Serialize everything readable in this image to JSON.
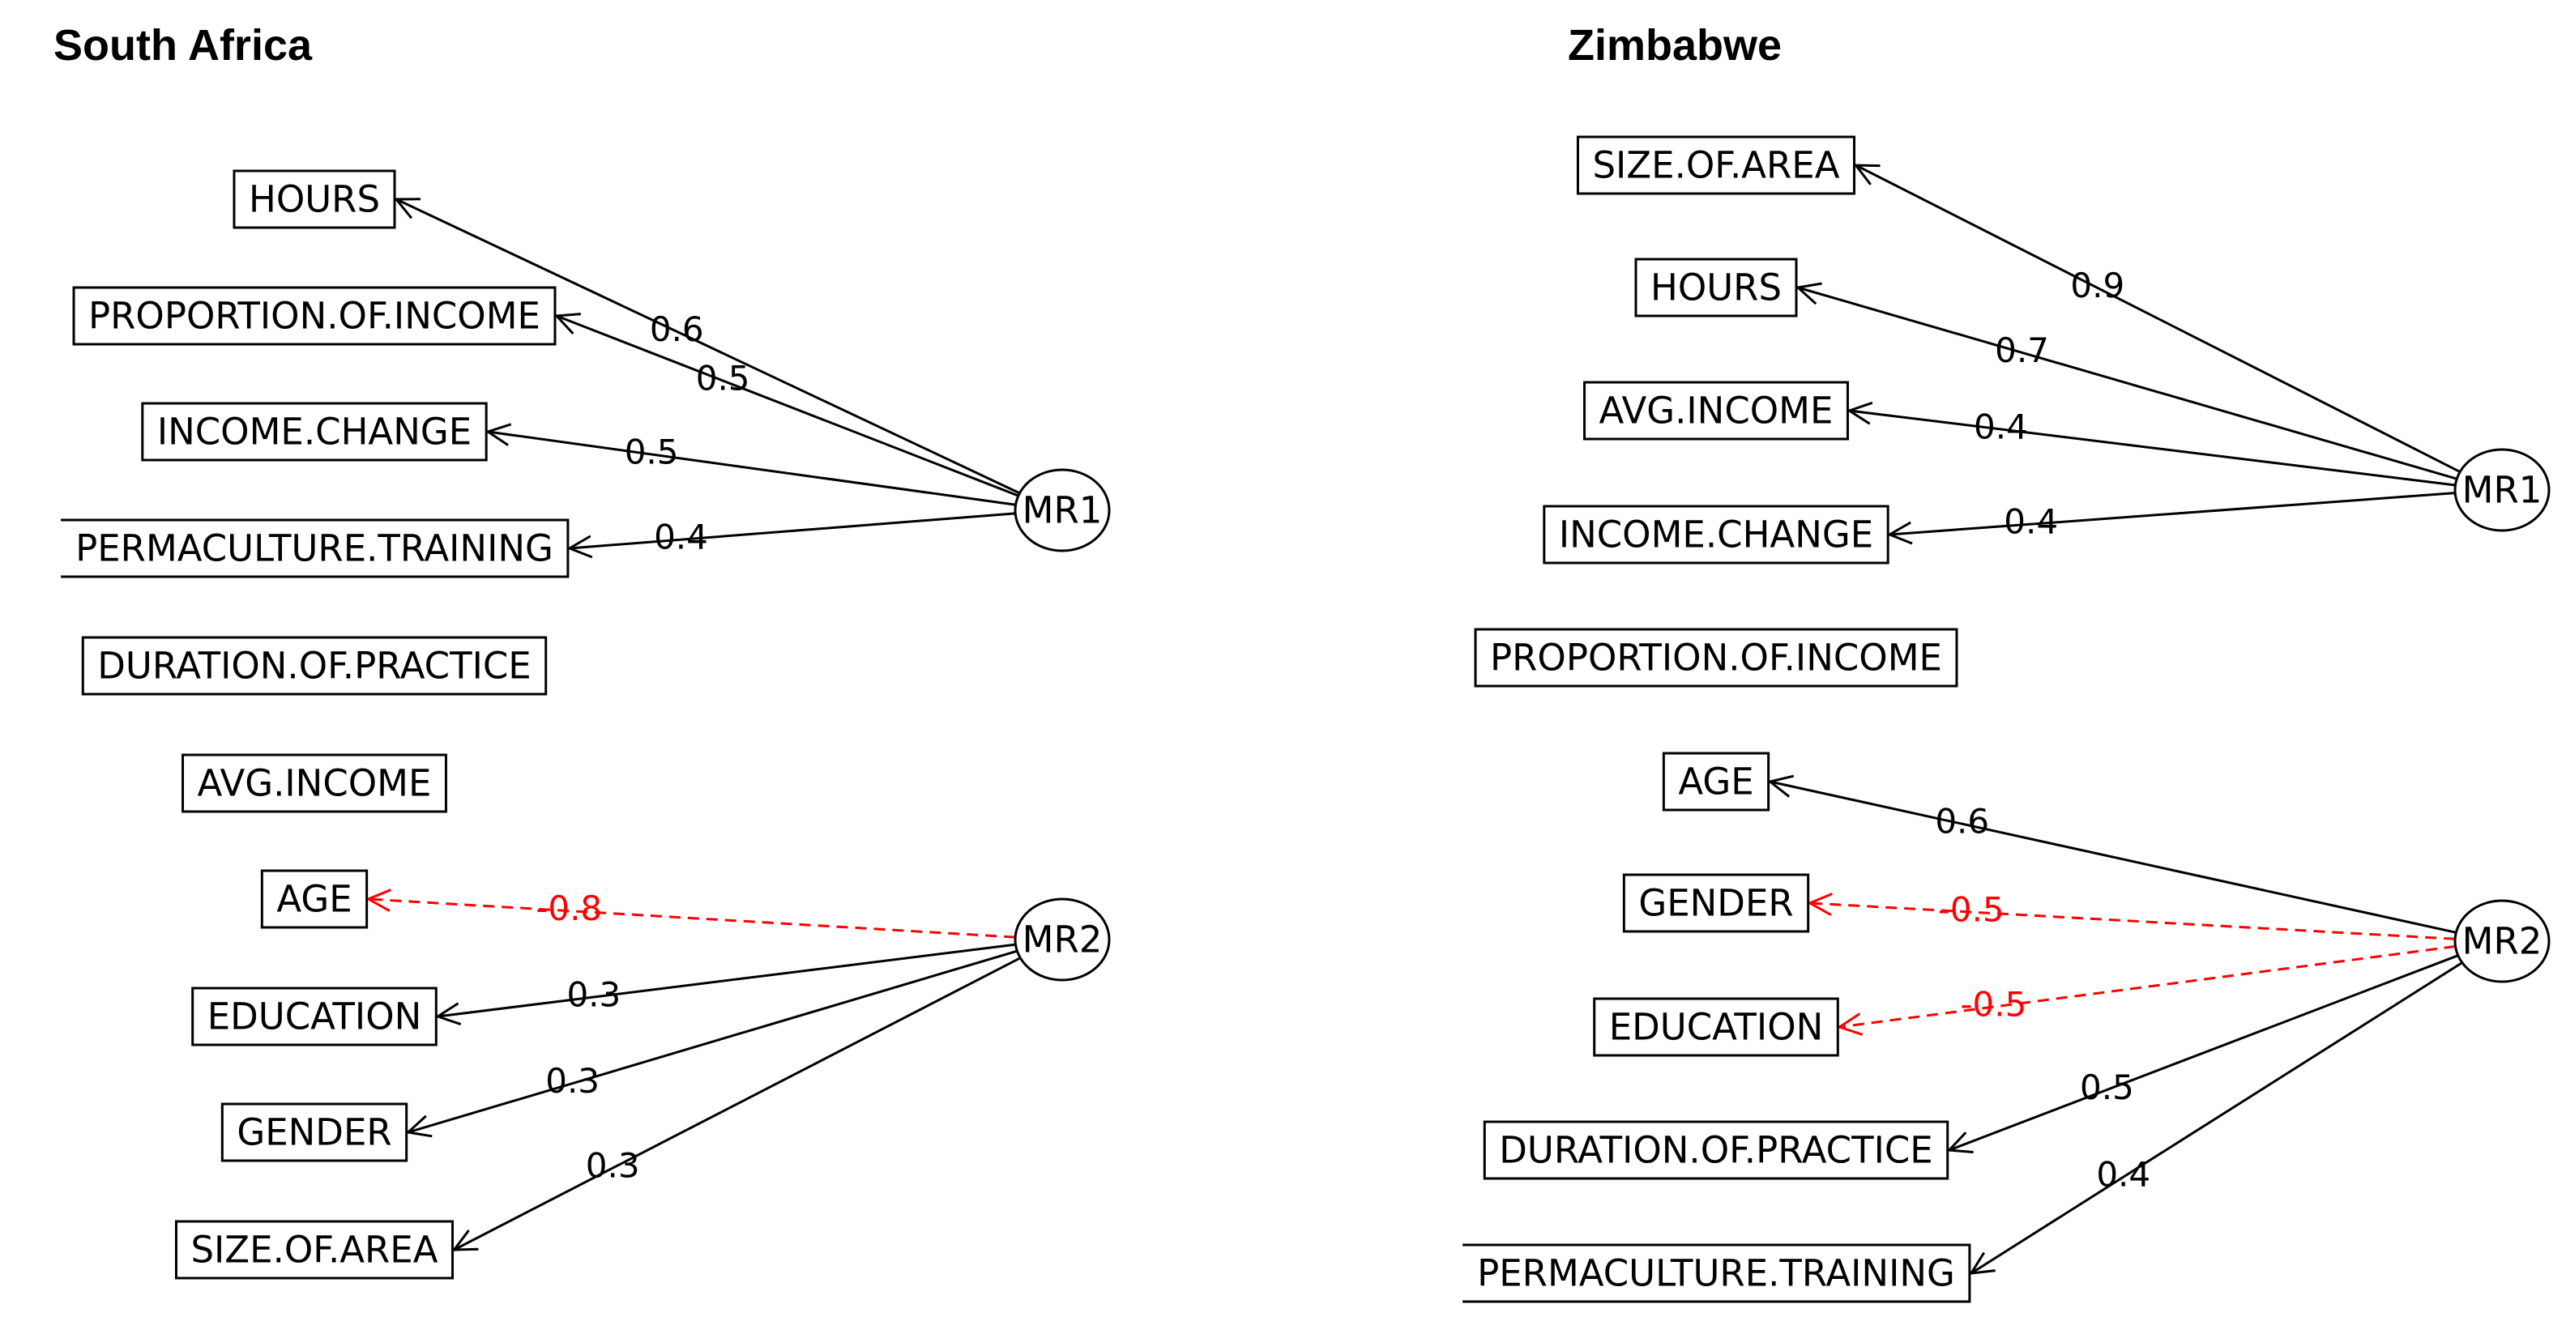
{
  "colors": {
    "positive": "#000000",
    "negative": "#ff0000"
  },
  "panels": [
    {
      "title": "South Africa",
      "factors": [
        "MR1",
        "MR2"
      ],
      "variables": [
        "HOURS",
        "PROPORTION.OF.INCOME",
        "INCOME.CHANGE",
        "PERMACULTURE.TRAINING",
        "DURATION.OF.PRACTICE",
        "AVG.INCOME",
        "AGE",
        "EDUCATION",
        "GENDER",
        "SIZE.OF.AREA"
      ],
      "loadings": [
        {
          "factor": "MR1",
          "variable": "HOURS",
          "value": 0.6,
          "label": "0.6"
        },
        {
          "factor": "MR1",
          "variable": "PROPORTION.OF.INCOME",
          "value": 0.5,
          "label": "0.5"
        },
        {
          "factor": "MR1",
          "variable": "INCOME.CHANGE",
          "value": 0.5,
          "label": "0.5"
        },
        {
          "factor": "MR1",
          "variable": "PERMACULTURE.TRAINING",
          "value": 0.4,
          "label": "0.4"
        },
        {
          "factor": "MR2",
          "variable": "AGE",
          "value": -0.8,
          "label": "-0.8"
        },
        {
          "factor": "MR2",
          "variable": "EDUCATION",
          "value": 0.3,
          "label": "0.3"
        },
        {
          "factor": "MR2",
          "variable": "GENDER",
          "value": 0.3,
          "label": "0.3"
        },
        {
          "factor": "MR2",
          "variable": "SIZE.OF.AREA",
          "value": 0.3,
          "label": "0.3"
        }
      ]
    },
    {
      "title": "Zimbabwe",
      "factors": [
        "MR1",
        "MR2"
      ],
      "variables": [
        "SIZE.OF.AREA",
        "HOURS",
        "AVG.INCOME",
        "INCOME.CHANGE",
        "PROPORTION.OF.INCOME",
        "AGE",
        "GENDER",
        "EDUCATION",
        "DURATION.OF.PRACTICE",
        "PERMACULTURE.TRAINING"
      ],
      "loadings": [
        {
          "factor": "MR1",
          "variable": "SIZE.OF.AREA",
          "value": 0.9,
          "label": "0.9"
        },
        {
          "factor": "MR1",
          "variable": "HOURS",
          "value": 0.7,
          "label": "0.7"
        },
        {
          "factor": "MR1",
          "variable": "AVG.INCOME",
          "value": 0.4,
          "label": "0.4"
        },
        {
          "factor": "MR1",
          "variable": "INCOME.CHANGE",
          "value": 0.4,
          "label": "0.4"
        },
        {
          "factor": "MR2",
          "variable": "AGE",
          "value": 0.6,
          "label": "0.6"
        },
        {
          "factor": "MR2",
          "variable": "GENDER",
          "value": -0.5,
          "label": "-0.5"
        },
        {
          "factor": "MR2",
          "variable": "EDUCATION",
          "value": -0.5,
          "label": "-0.5"
        },
        {
          "factor": "MR2",
          "variable": "DURATION.OF.PRACTICE",
          "value": 0.5,
          "label": "0.5"
        },
        {
          "factor": "MR2",
          "variable": "PERMACULTURE.TRAINING",
          "value": 0.4,
          "label": "0.4"
        }
      ]
    }
  ]
}
